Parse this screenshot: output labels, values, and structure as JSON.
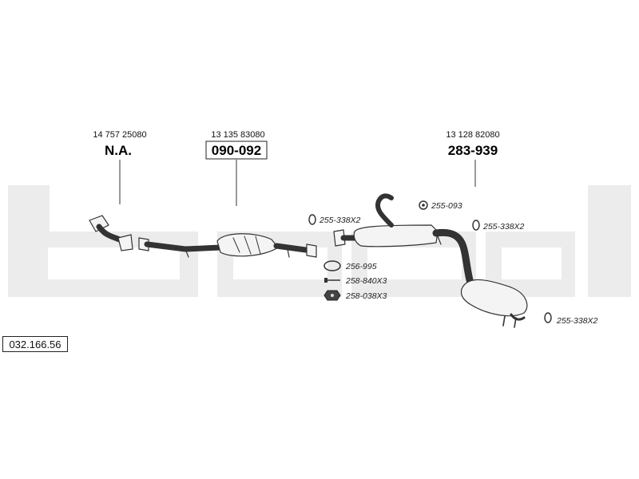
{
  "watermark": {
    "text": "bosal",
    "color": "#ececec"
  },
  "drawing_code": "032.166.56",
  "sections": [
    {
      "oe_number": "14 757 25080",
      "part_number": "N.A.",
      "boxed": false
    },
    {
      "oe_number": "13 135 83080",
      "part_number": "090-092",
      "boxed": true
    },
    {
      "oe_number": "13 128 82080",
      "part_number": "283-939",
      "boxed": false
    }
  ],
  "small_parts": [
    {
      "label": "255-338X2",
      "icon": "rubber-ring-icon"
    },
    {
      "label": "255-093",
      "icon": "rubber-hanger-icon"
    },
    {
      "label": "255-338X2",
      "icon": "rubber-ring-icon"
    },
    {
      "label": "256-995",
      "icon": "gasket-icon"
    },
    {
      "label": "258-840X3",
      "icon": "bolt-icon"
    },
    {
      "label": "258-038X3",
      "icon": "nut-icon"
    },
    {
      "label": "255-338X2",
      "icon": "rubber-ring-icon"
    }
  ]
}
